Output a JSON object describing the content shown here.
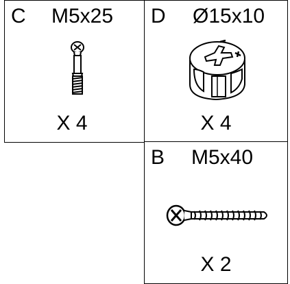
{
  "parts": [
    {
      "letter": "C",
      "size": "M5x25",
      "quantity": "X 4",
      "icon": "dowel-screw-icon"
    },
    {
      "letter": "D",
      "size": "Ø15x10",
      "quantity": "X 4",
      "icon": "cam-lock-nut-icon"
    },
    {
      "letter": "B",
      "size": "M5x40",
      "quantity": "X 2",
      "icon": "flat-head-screw-icon"
    }
  ]
}
